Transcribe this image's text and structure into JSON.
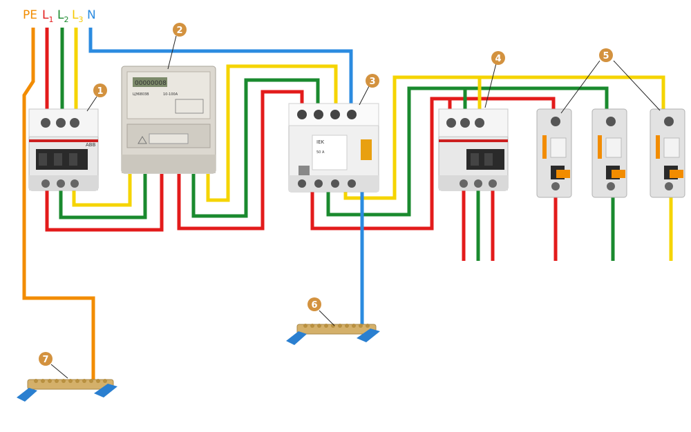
{
  "supply_labels": [
    {
      "main": "PE",
      "sub": "",
      "color": "#f28c00"
    },
    {
      "main": "L",
      "sub": "1",
      "color": "#e31b1b"
    },
    {
      "main": "L",
      "sub": "2",
      "color": "#1a8a2e"
    },
    {
      "main": "L",
      "sub": "3",
      "color": "#f5c800"
    },
    {
      "main": "N",
      "sub": "",
      "color": "#2b8be0"
    }
  ],
  "callouts": [
    "1",
    "2",
    "3",
    "4",
    "5",
    "6",
    "7"
  ],
  "wire_colors": {
    "pe": "#f28c00",
    "l1": "#e31b1b",
    "l2": "#1a8a2e",
    "l3": "#f5d400",
    "n": "#2b8be0"
  },
  "badge_color": "#d3923f",
  "meter": {
    "display": "00000008",
    "brand": "ЦЭ6803В",
    "rating": "10-100A"
  },
  "rcd": {
    "brand": "IEK",
    "rating": "50 A"
  },
  "breaker_brand": "ABB"
}
